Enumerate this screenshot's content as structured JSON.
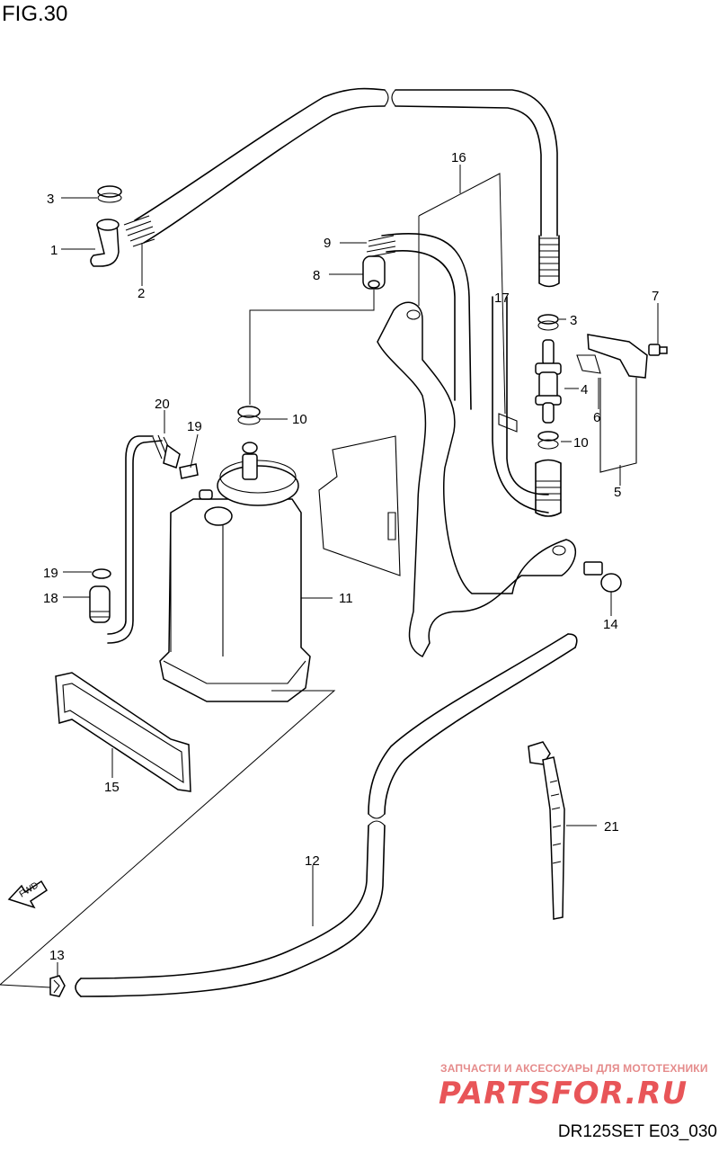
{
  "figure_title": "FIG.30",
  "drawing_code": "DR125SET E03_030",
  "watermark": {
    "tagline": "ЗАПЧАСТИ И АКСЕССУАРЫ ДЛЯ МОТОТЕХНИКИ",
    "logo_text": "PARTSFOR.RU"
  },
  "direction_marker": "FWD",
  "part_labels": [
    "1",
    "2",
    "3",
    "3",
    "4",
    "5",
    "6",
    "7",
    "8",
    "9",
    "10",
    "10",
    "11",
    "12",
    "13",
    "14",
    "15",
    "16",
    "17",
    "18",
    "19",
    "19",
    "20",
    "21"
  ],
  "colors": {
    "line": "#000000",
    "background": "#ffffff",
    "watermark": "#e5383b"
  }
}
